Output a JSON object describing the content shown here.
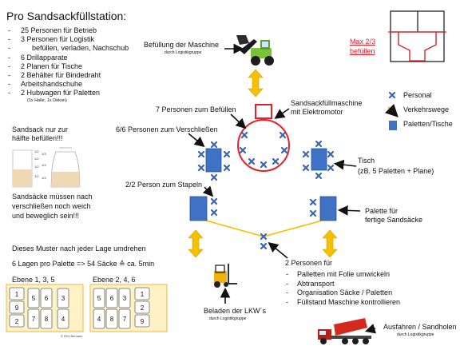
{
  "title": "Pro Sandsackfüllstation:",
  "requirements": [
    "25 Personen für Betrieb",
    "3 Personen für Logistik",
    "befüllen, verladen, Nachschub",
    "6 Drillapparate",
    "2 Planen für Tische",
    "2 Behälter für Bindedraht",
    "Arbeitshandschuhe",
    "2 Hubwagen für Paletten"
  ],
  "pallet_note": "(1x Halle, 1x Dekon)",
  "sandbag_note": [
    "Sandsack nur zur",
    "hälfte befüllen!!!"
  ],
  "scale_labels": [
    "1/2",
    "1/2",
    "1/2",
    "1/2",
    "1/3",
    "1/3",
    "1/3"
  ],
  "bags_note": [
    "Sandsäcke müssen nach",
    "verschließen noch weich",
    "und beweglich sein!!!"
  ],
  "machine_fill": {
    "label": "Befüllung der Maschine",
    "sub": "durch Logistikgruppe"
  },
  "fill_people": "7 Personen zum Befüllen",
  "machine": [
    "Sandsackfüllmaschine",
    "mit Elektromotor"
  ],
  "closing_people": "6/6 Personen zum Verschließen",
  "stacking_people": "2/2 Person zum Stapeln",
  "table": {
    "label": "Tisch",
    "detail": "(zB. 5 Paletten + Plane)"
  },
  "pallet_full": [
    "Palette für",
    "fertige Sandsäcke"
  ],
  "max_fill": [
    "Max 2/3",
    "befüllen"
  ],
  "legend": {
    "person": "Personal",
    "traffic": "Verkehrswege",
    "pallets": "Paletten/Tische"
  },
  "pattern_note": "Dieses Muster nach jeder Lage umdrehen",
  "layers_note": "6 Lagen pro Palette => 54 Säcke ≙ ca. 5min",
  "layer_a": {
    "title": "Ebene 1, 3, 5",
    "cells": [
      "1",
      "5",
      "6",
      "3",
      "9",
      "2",
      "7",
      "8",
      "4"
    ]
  },
  "layer_b": {
    "title": "Ebene 2, 4, 6",
    "cells": [
      "5",
      "6",
      "3",
      "1",
      "2",
      "9",
      "4",
      "8",
      "7"
    ]
  },
  "copyright": "© RN Hermann",
  "two_people": "2 Personen für",
  "duties": [
    "Palletten mit Folie umwickeln",
    "Abtransport",
    "Organisation Säcke / Paletten",
    "Füllstand Maschine kontrollieren"
  ],
  "loading": {
    "label": "Beladen der LKW´s",
    "sub": "durch Logistikgruppe"
  },
  "transport": {
    "label": "Ausfahren / Sandholen",
    "sub": "durch Logistikgruppe"
  },
  "colors": {
    "person": "#3a67b0",
    "pallet": "#3f72c4",
    "traffic": "#f5c000",
    "machine": "#e8202a",
    "max_fill": "#e8202a"
  }
}
